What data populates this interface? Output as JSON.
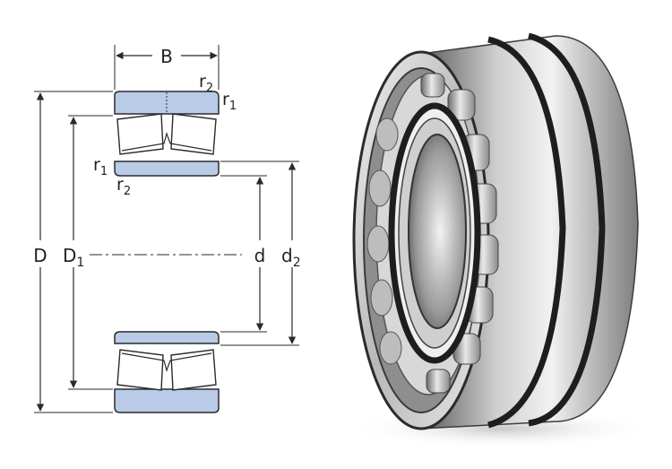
{
  "labels": {
    "B": "B",
    "r2_top": "r",
    "r2_top_sub": "2",
    "r1_top": "r",
    "r1_top_sub": "1",
    "r1_left": "r",
    "r1_left_sub": "1",
    "r2_left": "r",
    "r2_left_sub": "2",
    "D": "D",
    "D1": "D",
    "D1_sub": "1",
    "d": "d",
    "d2": "d",
    "d2_sub": "2"
  },
  "colors": {
    "ring_fill": "#b9cbe6",
    "ring_stroke": "#2a2a2a",
    "dim_line": "#2a2a2a",
    "steel_light": "#e6e6e6",
    "steel_mid": "#a8a8a8",
    "steel_dark": "#3c3c3c",
    "groove": "#1e1e1e"
  },
  "icons": {
    "section": "bearing-cross-section",
    "photo": "spherical-roller-bearing"
  }
}
